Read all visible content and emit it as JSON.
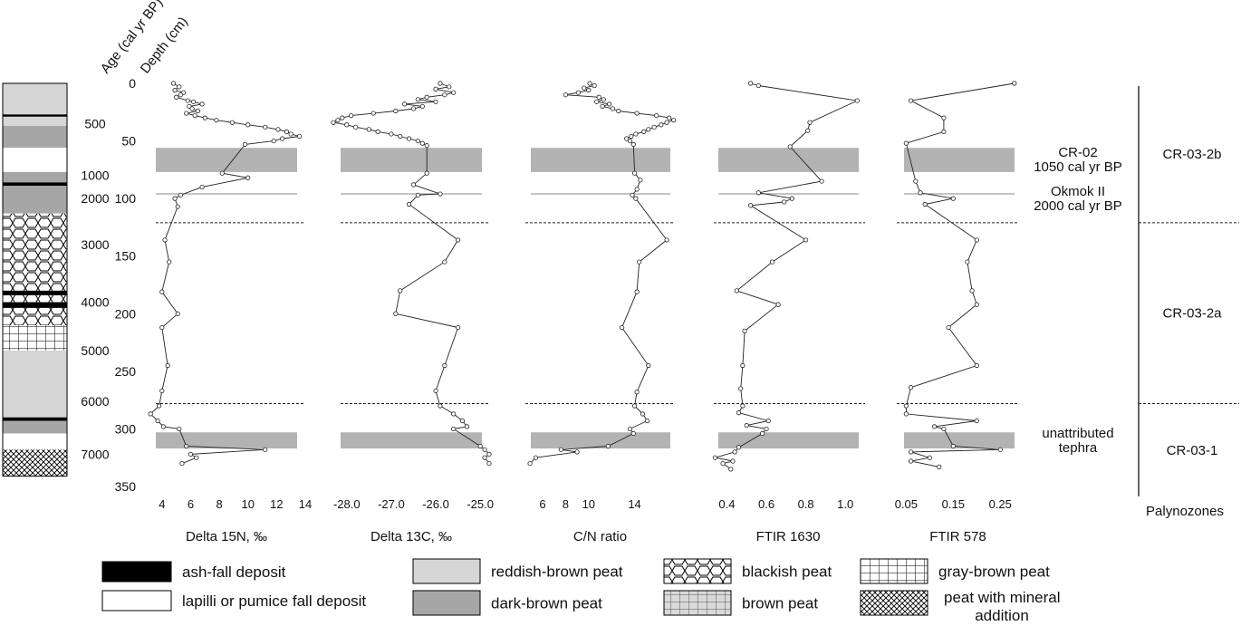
{
  "header": {
    "age_label": "Age (cal yr BP)",
    "depth_label": "Depth (cm)"
  },
  "palynozones_label": "Palynozones",
  "depth_axis": {
    "min": 0,
    "max": 350,
    "ticks": [
      0,
      50,
      100,
      150,
      200,
      250,
      300,
      350
    ]
  },
  "age_ticks": [
    {
      "label": "500",
      "depth": 35
    },
    {
      "label": "1000",
      "depth": 80
    },
    {
      "label": "2000",
      "depth": 100
    },
    {
      "label": "3000",
      "depth": 140
    },
    {
      "label": "4000",
      "depth": 190
    },
    {
      "label": "5000",
      "depth": 232
    },
    {
      "label": "6000",
      "depth": 276
    },
    {
      "label": "7000",
      "depth": 322
    }
  ],
  "lithology": [
    {
      "type": "reddish",
      "top": 0,
      "bottom": 27
    },
    {
      "type": "ash",
      "top": 27,
      "bottom": 29
    },
    {
      "type": "reddish",
      "top": 29,
      "bottom": 37
    },
    {
      "type": "dark",
      "top": 37,
      "bottom": 56
    },
    {
      "type": "lapilli",
      "top": 56,
      "bottom": 77
    },
    {
      "type": "dark",
      "top": 77,
      "bottom": 86
    },
    {
      "type": "ash",
      "top": 86,
      "bottom": 89
    },
    {
      "type": "dark",
      "top": 89,
      "bottom": 113
    },
    {
      "type": "blackish",
      "top": 113,
      "bottom": 180
    },
    {
      "type": "ash",
      "top": 180,
      "bottom": 184
    },
    {
      "type": "blackish",
      "top": 184,
      "bottom": 190
    },
    {
      "type": "ash",
      "top": 190,
      "bottom": 195
    },
    {
      "type": "blackish",
      "top": 195,
      "bottom": 210
    },
    {
      "type": "gray",
      "top": 210,
      "bottom": 232
    },
    {
      "type": "reddish",
      "top": 232,
      "bottom": 290
    },
    {
      "type": "ash",
      "top": 290,
      "bottom": 293
    },
    {
      "type": "dark",
      "top": 293,
      "bottom": 304
    },
    {
      "type": "lapilli",
      "top": 304,
      "bottom": 318
    },
    {
      "type": "mineral",
      "top": 318,
      "bottom": 341
    }
  ],
  "bands": [
    {
      "top": 56,
      "bottom": 77
    },
    {
      "top": 303,
      "bottom": 317
    }
  ],
  "solid_line_depth": 96,
  "dashed_line_depths": [
    121,
    278
  ],
  "annotations": [
    {
      "lines": [
        "CR-02",
        "1050 cal yr BP"
      ],
      "depth": 66
    },
    {
      "lines": [
        "Okmok II",
        "2000 cal yr BP"
      ],
      "depth": 100
    },
    {
      "lines": [
        "unattributed",
        "tephra"
      ],
      "depth": 310
    }
  ],
  "palynozones": [
    {
      "label": "CR-03-2b",
      "top": 0,
      "bottom": 121
    },
    {
      "label": "CR-03-2a",
      "top": 121,
      "bottom": 278
    },
    {
      "label": "CR-03-1",
      "top": 278,
      "bottom": 350
    }
  ],
  "chart_data": [
    {
      "type": "line",
      "xlabel": "Delta 15N, ‰",
      "xlim": [
        3,
        14
      ],
      "xticks": [
        4,
        6,
        8,
        10,
        12,
        14
      ],
      "y": [
        0,
        3,
        6,
        8,
        10,
        12,
        15,
        16,
        18,
        20,
        22,
        24,
        26,
        28,
        30,
        32,
        34,
        36,
        38,
        40,
        42,
        44,
        46,
        48,
        50,
        53,
        78,
        82,
        90,
        97,
        100,
        107,
        136,
        155,
        181,
        200,
        212,
        245,
        267,
        280,
        287,
        293,
        298,
        300,
        315,
        318,
        322,
        325,
        330
      ],
      "x": [
        4.8,
        5.2,
        4.9,
        5.5,
        5.3,
        5.0,
        5.8,
        6.2,
        6.8,
        5.9,
        6.1,
        6.5,
        5.7,
        6.3,
        7.0,
        7.8,
        8.9,
        10.0,
        11.2,
        12.1,
        12.7,
        13.0,
        13.6,
        12.4,
        11.8,
        9.8,
        8.2,
        10.0,
        6.8,
        5.3,
        4.9,
        5.1,
        4.2,
        4.5,
        4.0,
        5.1,
        4.0,
        4.4,
        4.0,
        3.8,
        3.2,
        3.7,
        4.1,
        5.2,
        5.7,
        11.2,
        6.0,
        6.4,
        5.4
      ]
    },
    {
      "type": "line",
      "xlabel": "Delta 13C, ‰",
      "xlim": [
        -28.3,
        -24.8
      ],
      "xticks": [
        -28.0,
        -27.0,
        -26.0,
        -25.0
      ],
      "y": [
        0,
        3,
        5,
        8,
        10,
        12,
        14,
        16,
        18,
        20,
        22,
        24,
        26,
        28,
        30,
        32,
        34,
        36,
        38,
        40,
        42,
        44,
        46,
        48,
        50,
        52,
        54,
        78,
        88,
        96,
        97,
        105,
        136,
        155,
        180,
        200,
        212,
        245,
        267,
        280,
        287,
        293,
        298,
        300,
        315,
        318,
        322,
        325,
        330
      ],
      "x": [
        -25.9,
        -25.7,
        -26.0,
        -25.6,
        -25.8,
        -26.2,
        -26.4,
        -26.0,
        -26.7,
        -26.3,
        -26.5,
        -26.9,
        -27.4,
        -27.9,
        -28.1,
        -28.2,
        -28.3,
        -28.0,
        -27.8,
        -27.5,
        -27.3,
        -27.0,
        -26.8,
        -26.6,
        -26.4,
        -26.3,
        -26.2,
        -26.2,
        -26.5,
        -25.9,
        -26.4,
        -26.6,
        -25.5,
        -25.8,
        -26.8,
        -26.9,
        -25.5,
        -25.8,
        -26.0,
        -25.9,
        -25.6,
        -25.4,
        -25.3,
        -25.6,
        -25.0,
        -24.9,
        -24.8,
        -24.9,
        -24.8
      ]
    },
    {
      "type": "line",
      "xlabel": "C/N ratio",
      "xlim": [
        4.5,
        17.5
      ],
      "xticks": [
        6,
        8,
        10,
        14
      ],
      "y": [
        0,
        2,
        4,
        6,
        8,
        10,
        12,
        14,
        16,
        18,
        20,
        22,
        24,
        26,
        28,
        30,
        32,
        34,
        36,
        38,
        40,
        42,
        44,
        46,
        48,
        50,
        53,
        78,
        84,
        92,
        97,
        100,
        136,
        155,
        181,
        212,
        245,
        268,
        280,
        287,
        293,
        300,
        304,
        315,
        318,
        320,
        325,
        330
      ],
      "x": [
        10.1,
        10.5,
        9.6,
        10.0,
        9.1,
        8.0,
        10.9,
        11.3,
        10.7,
        11.8,
        11.2,
        12.1,
        12.6,
        14.2,
        15.9,
        17.0,
        17.4,
        16.8,
        16.3,
        15.7,
        15.2,
        14.8,
        14.1,
        13.7,
        13.3,
        13.6,
        13.9,
        14.0,
        14.5,
        14.2,
        13.8,
        14.1,
        16.8,
        14.4,
        14.2,
        12.9,
        15.2,
        14.2,
        14.0,
        14.7,
        15.1,
        13.6,
        13.9,
        11.7,
        7.6,
        9.0,
        5.4,
        4.9
      ]
    },
    {
      "type": "line",
      "xlabel": "FTIR 1630",
      "xlim": [
        0.32,
        1.1
      ],
      "xticks": [
        0.4,
        0.6,
        0.8,
        1.0
      ],
      "y": [
        0,
        2,
        15,
        34,
        41,
        55,
        85,
        95,
        100,
        103,
        106,
        136,
        155,
        180,
        192,
        215,
        245,
        265,
        280,
        286,
        293,
        297,
        300,
        304,
        316,
        320,
        325,
        328,
        330,
        335
      ],
      "x": [
        0.52,
        0.56,
        1.06,
        0.82,
        0.81,
        0.72,
        0.88,
        0.56,
        0.73,
        0.69,
        0.52,
        0.8,
        0.63,
        0.45,
        0.66,
        0.49,
        0.48,
        0.47,
        0.48,
        0.46,
        0.61,
        0.5,
        0.6,
        0.58,
        0.46,
        0.44,
        0.34,
        0.43,
        0.38,
        0.42
      ]
    },
    {
      "type": "line",
      "xlabel": "FTIR 578",
      "xlim": [
        0.03,
        0.29
      ],
      "xticks": [
        0.05,
        0.15,
        0.25
      ],
      "y": [
        0,
        15,
        30,
        42,
        52,
        85,
        95,
        100,
        105,
        136,
        155,
        180,
        192,
        212,
        245,
        264,
        280,
        287,
        293,
        298,
        300,
        315,
        318,
        320,
        325,
        328,
        333
      ],
      "x": [
        0.28,
        0.06,
        0.13,
        0.13,
        0.05,
        0.07,
        0.08,
        0.15,
        0.09,
        0.2,
        0.18,
        0.19,
        0.2,
        0.14,
        0.2,
        0.06,
        0.05,
        0.05,
        0.2,
        0.11,
        0.13,
        0.15,
        0.25,
        0.06,
        0.1,
        0.06,
        0.12
      ]
    }
  ],
  "legend": [
    {
      "type": "ash",
      "label": "ash-fall deposit"
    },
    {
      "type": "lapilli",
      "label": "lapilli or pumice fall deposit"
    },
    {
      "type": "reddish",
      "label": "reddish-brown peat"
    },
    {
      "type": "dark",
      "label": "dark-brown peat"
    },
    {
      "type": "blackish",
      "label": "blackish peat"
    },
    {
      "type": "brown",
      "label": "brown peat"
    },
    {
      "type": "gray",
      "label": "gray-brown peat"
    },
    {
      "type": "mineral",
      "label": "peat with mineral addition"
    }
  ],
  "colors": {
    "band": "#b3b3b3",
    "reddish": "#d6d6d6",
    "dark": "#a6a6a6",
    "ash": "#000000"
  }
}
